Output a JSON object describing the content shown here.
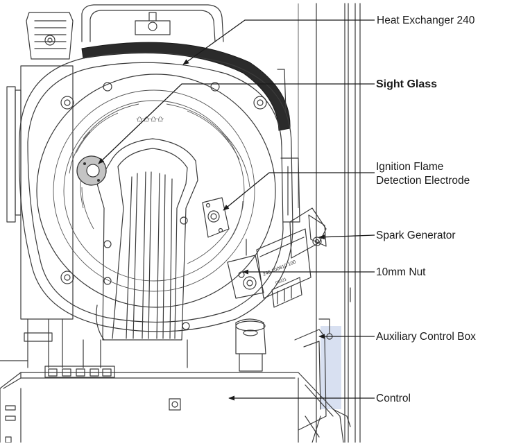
{
  "labels": {
    "heat_exchanger": "Heat Exchanger 240",
    "sight_glass": "Sight Glass",
    "ignition_line1": "Ignition Flame",
    "ignition_line2": "Detection Electrode",
    "spark_generator": "Spark Generator",
    "nut": "10mm Nut",
    "aux_control_box": "Auxiliary Control Box",
    "control": "Control"
  },
  "component_marking": {
    "line1": "246 100810 100",
    "line2": "06221"
  },
  "colors": {
    "line": "#3a3a3a",
    "band": "#2b2b2b",
    "sight_glass_fill": "#c4c4c4",
    "aux_box_tint": "#b8c6e6",
    "text": "#1a1a1a"
  }
}
